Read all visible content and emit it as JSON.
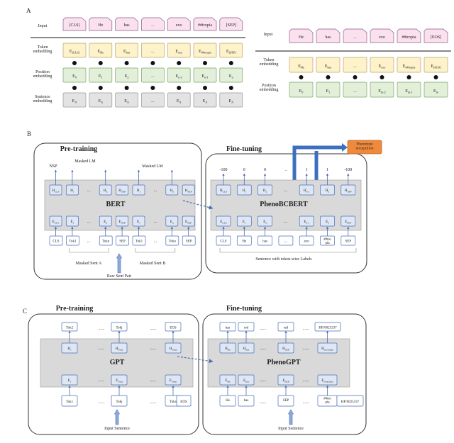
{
  "panel_a": {
    "letter": "A",
    "left": {
      "row_labels": [
        "Input",
        "Token\nembedding",
        "Position\nembedding",
        "Sentence\nembedding"
      ],
      "inputs": [
        "[CLS]",
        "He",
        "has",
        "...",
        "exo",
        "##tropia",
        "[SEP]"
      ],
      "token": [
        "E[CLS]",
        "EHe",
        "Ehas",
        "...",
        "Eexo",
        "E##tropia",
        "E[SEP]"
      ],
      "position": [
        "E0",
        "E1",
        "E2",
        "...",
        "En-2",
        "En-1",
        "En"
      ],
      "sentence": [
        "EA",
        "EA",
        "EA",
        "...",
        "EA",
        "EA",
        "EA"
      ]
    },
    "right": {
      "row_labels": [
        "Input",
        "Token\nembedding",
        "Position\nembedding"
      ],
      "inputs": [
        "He",
        "has",
        "...",
        "exo",
        "##tropia",
        "[EOS]"
      ],
      "token": [
        "EHe",
        "Ehas",
        "...",
        "Eexo",
        "E##tropia",
        "E[EOS]"
      ],
      "position": [
        "E0",
        "E1",
        "...",
        "Em-2",
        "Em-1",
        "Em"
      ]
    }
  },
  "panel_b": {
    "letter": "B",
    "pretrain_title": "Pre-training",
    "finetune_title": "Fine-tuning",
    "phenotype_label": "Phenotype\nrecognition",
    "pre": {
      "nsp": "NSP",
      "masked_lm_1": "Masked LM",
      "masked_lm_2": "Masked LM",
      "model": "BERT",
      "hidden": [
        "HCLS",
        "H1",
        "...",
        "Hn",
        "HSEP",
        "H1",
        "...",
        "Hn",
        "HSEP"
      ],
      "embed": [
        "ECLS",
        "E1",
        "...",
        "En",
        "ESEP",
        "E1",
        "...",
        "En",
        "ESEP"
      ],
      "tokens": [
        "CLS",
        "Tok1",
        "...",
        "Tokn",
        "SEP",
        "Tok1",
        "...",
        "Tokn",
        "SEP"
      ],
      "sent_a": "Masked Sent A",
      "sent_b": "Masked Sent B",
      "input": "Raw Sent Pair"
    },
    "fine": {
      "labels": [
        "-100",
        "0",
        "0",
        "..",
        "1",
        "1",
        "-100"
      ],
      "model": "PhenoBCBERT",
      "hidden": [
        "HCLS",
        "H1",
        "H2",
        "...",
        "Hn-1",
        "Hn",
        "HSEP"
      ],
      "embed": [
        "ECLS",
        "E1",
        "E2",
        "...",
        "En-1",
        "En",
        "ESEP"
      ],
      "tokens": [
        "CLS",
        "He",
        "has",
        "...",
        "exo",
        "##tro\npia",
        "SEP"
      ],
      "caption": "Sentence with token-wise Labels"
    }
  },
  "panel_c": {
    "letter": "C",
    "pretrain_title": "Pre-training",
    "finetune_title": "Fine-tuning",
    "pre": {
      "outputs": [
        "Tok2",
        "......",
        "Tokj",
        "......",
        "EOS"
      ],
      "hidden": [
        "H1",
        "......",
        "HTokj",
        "......",
        "HTokn"
      ],
      "model": "GPT",
      "embed": [
        "E1",
        "......",
        "ETokj",
        "......",
        "ETokn"
      ],
      "tokens": [
        "Tok1",
        "......",
        "Tokj",
        "......",
        "Tokn",
        "EOS"
      ],
      "input": "Input Sentence"
    },
    "fine": {
      "outputs": [
        "has",
        "red",
        "......",
        "red",
        "......",
        "HP:0025337"
      ],
      "hidden": [
        "HHe",
        "Hhas",
        "......",
        "HSEP",
        "......",
        "Hexotropia"
      ],
      "model": "PhenoGPT",
      "embed": [
        "EHe",
        "Ehas",
        "......",
        "ESEP",
        "......",
        "Eexotropia"
      ],
      "tokens": [
        "He",
        "has",
        "......",
        "SEP",
        "......",
        "##tro\npia",
        "HP:0025337"
      ],
      "input": "Input Sentence"
    }
  }
}
